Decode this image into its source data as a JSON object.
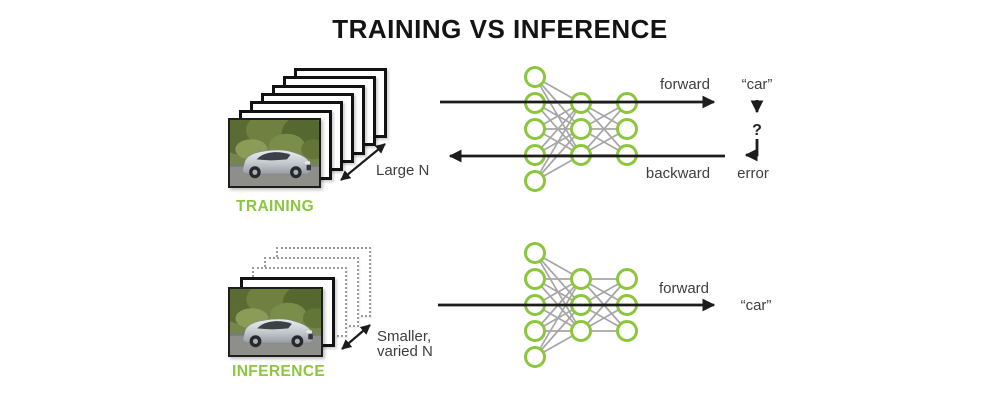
{
  "title": "TRAINING VS INFERENCE",
  "colors": {
    "green": "#8CC63F",
    "wire_gray": "#A6A6A6",
    "arrow": "#1C1C1C",
    "text_dark": "#3E3E3E"
  },
  "training": {
    "section_label": "TRAINING",
    "stack": {
      "total_frames": 7,
      "dotted_frames": 0,
      "note": "Large N"
    },
    "network": {
      "layers": [
        5,
        3,
        3
      ]
    },
    "forward_label": "forward",
    "backward_label": "backward",
    "prediction": "“car”",
    "question_mark": "?",
    "error_label": "error"
  },
  "inference": {
    "section_label": "INFERENCE",
    "stack": {
      "total_frames": 5,
      "dotted_frames": 3,
      "note_line1": "Smaller,",
      "note_line2": "varied N"
    },
    "network": {
      "layers": [
        5,
        3,
        3
      ]
    },
    "forward_label": "forward",
    "prediction": "“car”"
  }
}
